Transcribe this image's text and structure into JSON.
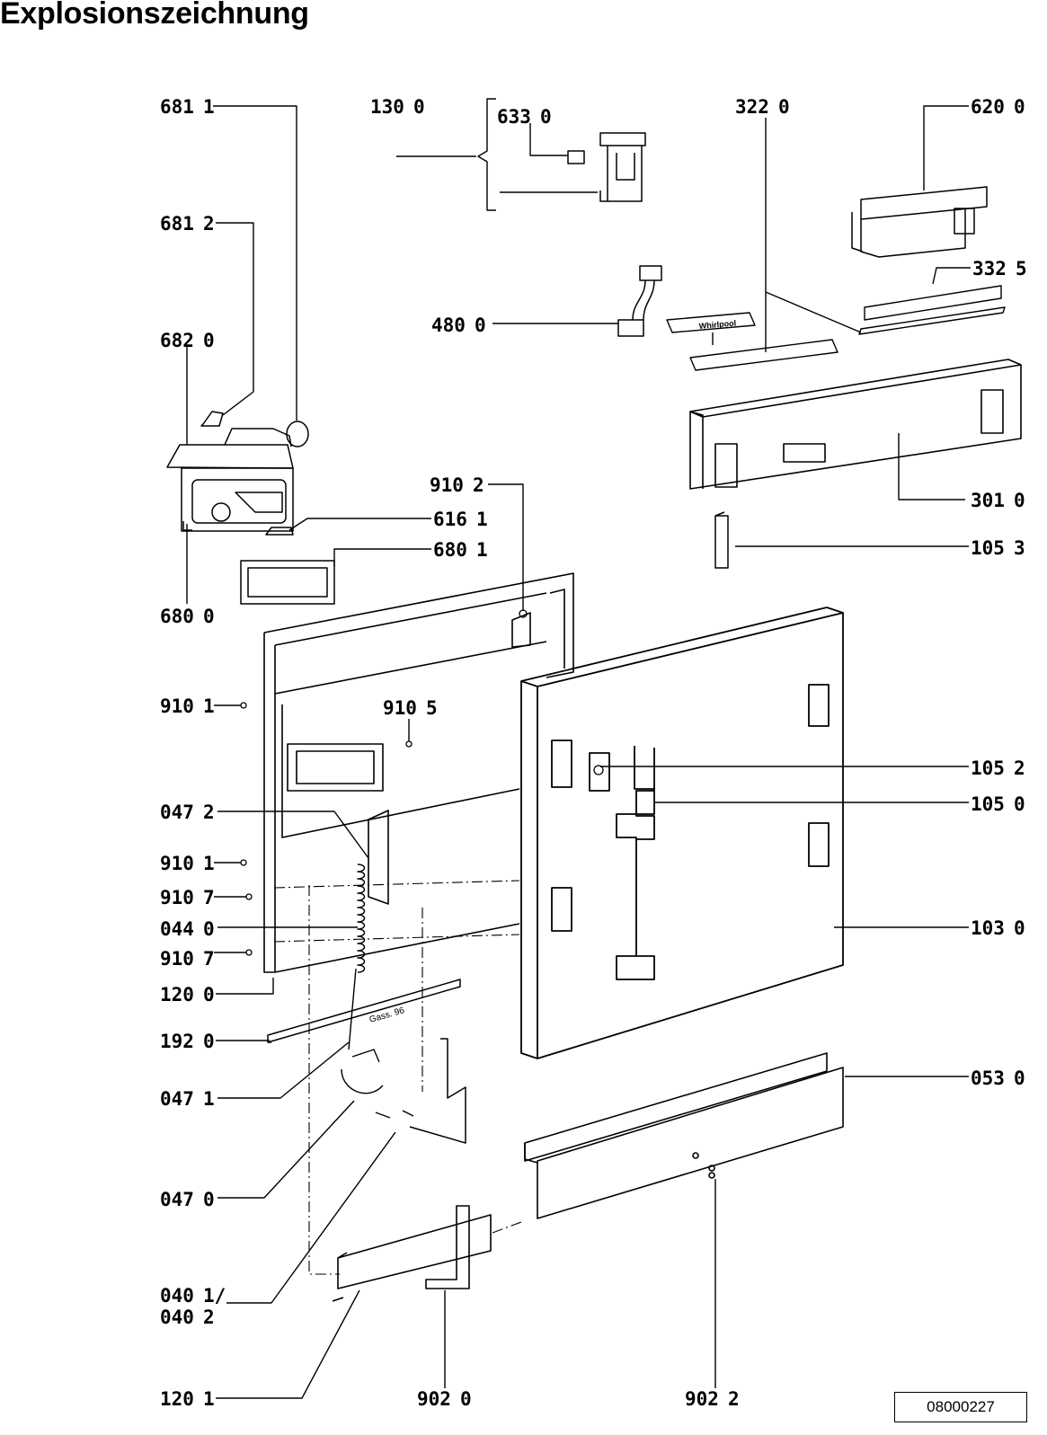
{
  "page": {
    "title": "Explosionszeichnung",
    "drawing_id": "08000227"
  },
  "diagram": {
    "stamp_text": "Whirlpool",
    "mark_text": "Gass. 96",
    "callouts": [
      {
        "id": "c681_1",
        "code": "681",
        "sub": "1"
      },
      {
        "id": "c681_2",
        "code": "681",
        "sub": "2"
      },
      {
        "id": "c682_0",
        "code": "682",
        "sub": "0"
      },
      {
        "id": "c680_0",
        "code": "680",
        "sub": "0"
      },
      {
        "id": "c616_1",
        "code": "616",
        "sub": "1"
      },
      {
        "id": "c680_1",
        "code": "680",
        "sub": "1"
      },
      {
        "id": "c130_0",
        "code": "130",
        "sub": "0"
      },
      {
        "id": "c633_0",
        "code": "633",
        "sub": "0"
      },
      {
        "id": "c322_0",
        "code": "322",
        "sub": "0"
      },
      {
        "id": "c620_0",
        "code": "620",
        "sub": "0"
      },
      {
        "id": "c332_5",
        "code": "332",
        "sub": "5"
      },
      {
        "id": "c480_0",
        "code": "480",
        "sub": "0"
      },
      {
        "id": "c301_0",
        "code": "301",
        "sub": "0"
      },
      {
        "id": "c105_3",
        "code": "105",
        "sub": "3"
      },
      {
        "id": "c910_2",
        "code": "910",
        "sub": "2"
      },
      {
        "id": "c910_1a",
        "code": "910",
        "sub": "1"
      },
      {
        "id": "c910_5",
        "code": "910",
        "sub": "5"
      },
      {
        "id": "c047_2",
        "code": "047",
        "sub": "2"
      },
      {
        "id": "c910_1b",
        "code": "910",
        "sub": "1"
      },
      {
        "id": "c910_7a",
        "code": "910",
        "sub": "7"
      },
      {
        "id": "c044_0",
        "code": "044",
        "sub": "0"
      },
      {
        "id": "c910_7b",
        "code": "910",
        "sub": "7"
      },
      {
        "id": "c120_0",
        "code": "120",
        "sub": "0"
      },
      {
        "id": "c192_0",
        "code": "192",
        "sub": "0"
      },
      {
        "id": "c047_1",
        "code": "047",
        "sub": "1"
      },
      {
        "id": "c047_0",
        "code": "047",
        "sub": "0"
      },
      {
        "id": "c040_1",
        "code": "040",
        "sub": "1/"
      },
      {
        "id": "c040_2",
        "code": "040",
        "sub": "2"
      },
      {
        "id": "c120_1",
        "code": "120",
        "sub": "1"
      },
      {
        "id": "c902_0",
        "code": "902",
        "sub": "0"
      },
      {
        "id": "c902_2",
        "code": "902",
        "sub": "2"
      },
      {
        "id": "c105_2",
        "code": "105",
        "sub": "2"
      },
      {
        "id": "c105_0",
        "code": "105",
        "sub": "0"
      },
      {
        "id": "c103_0",
        "code": "103",
        "sub": "0"
      },
      {
        "id": "c053_0",
        "code": "053",
        "sub": "0"
      }
    ]
  }
}
